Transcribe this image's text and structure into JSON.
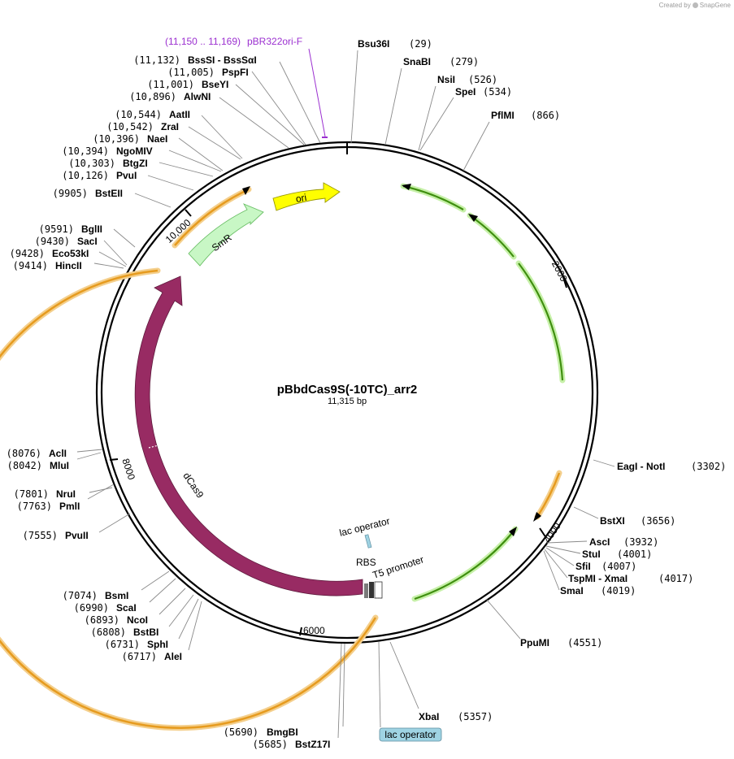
{
  "credit": {
    "prefix": "Created by",
    "brand": "SnapGene"
  },
  "plasmid": {
    "name": "pBbdCas9S(-10TC)_arr2",
    "size": "11,315 bp"
  },
  "ticks": [
    "2000",
    "4000",
    "6000",
    "8000",
    "10,000"
  ],
  "enzymes": [
    {
      "name": "Bsu36I",
      "pos": "(29)"
    },
    {
      "name": "SnaBI",
      "pos": "(279)"
    },
    {
      "name": "NsiI",
      "pos": "(526)"
    },
    {
      "name": "SpeI",
      "pos": "(534)"
    },
    {
      "name": "PflMI",
      "pos": "(866)"
    },
    {
      "name": "EagI - NotI",
      "pos": "(3302)"
    },
    {
      "name": "BstXI",
      "pos": "(3656)"
    },
    {
      "name": "AscI",
      "pos": "(3932)"
    },
    {
      "name": "StuI",
      "pos": "(4001)"
    },
    {
      "name": "SfiI",
      "pos": "(4007)"
    },
    {
      "name": "TspMI - XmaI",
      "pos": "(4017)"
    },
    {
      "name": "SmaI",
      "pos": "(4019)"
    },
    {
      "name": "PpuMI",
      "pos": "(4551)"
    },
    {
      "name": "XbaI",
      "pos": "(5357)"
    },
    {
      "name": "BmgBI",
      "pos": "(5690)"
    },
    {
      "name": "BstZ17I",
      "pos": "(5685)"
    },
    {
      "name": "AleI",
      "pos": "(6717)"
    },
    {
      "name": "SphI",
      "pos": "(6731)"
    },
    {
      "name": "BstBI",
      "pos": "(6808)"
    },
    {
      "name": "NcoI",
      "pos": "(6893)"
    },
    {
      "name": "ScaI",
      "pos": "(6990)"
    },
    {
      "name": "BsmI",
      "pos": "(7074)"
    },
    {
      "name": "PvuII",
      "pos": "(7555)"
    },
    {
      "name": "PmlI",
      "pos": "(7763)"
    },
    {
      "name": "NruI",
      "pos": "(7801)"
    },
    {
      "name": "MluI",
      "pos": "(8042)"
    },
    {
      "name": "AclI",
      "pos": "(8076)"
    },
    {
      "name": "HincII",
      "pos": "(9414)"
    },
    {
      "name": "Eco53kI",
      "pos": "(9428)"
    },
    {
      "name": "SacI",
      "pos": "(9430)"
    },
    {
      "name": "BglII",
      "pos": "(9591)"
    },
    {
      "name": "BstEII",
      "pos": "(9905)"
    },
    {
      "name": "PvuI",
      "pos": "(10,126)"
    },
    {
      "name": "BtgZI",
      "pos": "(10,303)"
    },
    {
      "name": "NgoMIV",
      "pos": "(10,394)"
    },
    {
      "name": "NaeI",
      "pos": "(10,396)"
    },
    {
      "name": "ZraI",
      "pos": "(10,542)"
    },
    {
      "name": "AatII",
      "pos": "(10,544)"
    },
    {
      "name": "AlwNI",
      "pos": "(10,896)"
    },
    {
      "name": "BseYI",
      "pos": "(11,001)"
    },
    {
      "name": "PspFI",
      "pos": "(11,005)"
    },
    {
      "name": "BssSI - BssSαI",
      "pos": "(11,132)"
    }
  ],
  "primer": {
    "name": "pBR322ori-F",
    "range": "(11,150 .. 11,169)",
    "color": "#9b30d0"
  },
  "features": {
    "ori": {
      "label": "ori",
      "color": "#ffff00"
    },
    "smr": {
      "label": "SmR",
      "color": "#c8f7c5"
    },
    "dcas9": {
      "label": "dCas9",
      "color": "#982b63"
    },
    "lac_operator": {
      "label": "lac operator"
    },
    "lac_operator_box": {
      "label": "lac operator",
      "color": "#9fd3e3"
    },
    "rbs": {
      "label": "RBS"
    },
    "t5": {
      "label": "T5 promoter"
    }
  },
  "colors": {
    "orf_orange": "#e69b1f",
    "orf_green": "#3f8f0f"
  }
}
